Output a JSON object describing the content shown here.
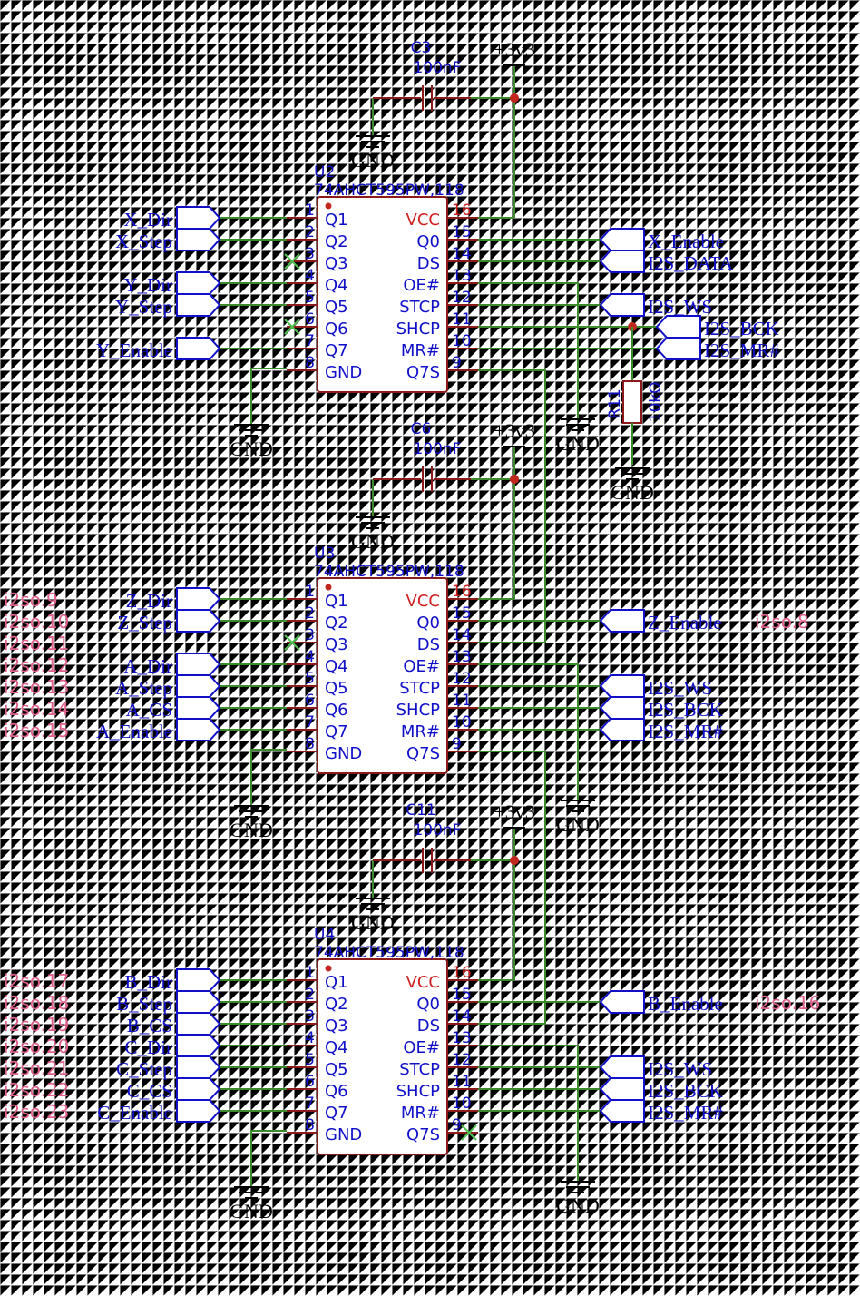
{
  "power": {
    "vcc_label": "+3v3",
    "gnd_label": "GND"
  },
  "chips": [
    {
      "ref": "U2",
      "part": "74AHCT595PW,118",
      "cap": {
        "ref": "C3",
        "value": "100nF"
      },
      "left_pins": [
        {
          "num": "1",
          "name": "Q1"
        },
        {
          "num": "2",
          "name": "Q2"
        },
        {
          "num": "3",
          "name": "Q3"
        },
        {
          "num": "4",
          "name": "Q4"
        },
        {
          "num": "5",
          "name": "Q5"
        },
        {
          "num": "6",
          "name": "Q6"
        },
        {
          "num": "7",
          "name": "Q7"
        },
        {
          "num": "8",
          "name": "GND"
        }
      ],
      "right_pins": [
        {
          "num": "16",
          "name": "VCC"
        },
        {
          "num": "15",
          "name": "Q0"
        },
        {
          "num": "14",
          "name": "DS"
        },
        {
          "num": "13",
          "name": "OE#"
        },
        {
          "num": "12",
          "name": "STCP"
        },
        {
          "num": "11",
          "name": "SHCP"
        },
        {
          "num": "10",
          "name": "MR#"
        },
        {
          "num": "9",
          "name": "Q7S"
        }
      ],
      "left_nets": [
        "X_Dir",
        "X_Step",
        "",
        "Y_Dir",
        "Y_Step",
        "",
        "Y_Enable",
        ""
      ],
      "right_nets": [
        "",
        "X_Enable",
        "I2S_DATA",
        "",
        "I2S_WS",
        "I2S_BCK",
        "I2S_MR#",
        ""
      ],
      "left_anno": [],
      "right_anno": ""
    },
    {
      "ref": "U3",
      "part": "74AHCT595PW,118",
      "cap": {
        "ref": "C6",
        "value": "100nF"
      },
      "left_pins": [
        {
          "num": "1",
          "name": "Q1"
        },
        {
          "num": "2",
          "name": "Q2"
        },
        {
          "num": "3",
          "name": "Q3"
        },
        {
          "num": "4",
          "name": "Q4"
        },
        {
          "num": "5",
          "name": "Q5"
        },
        {
          "num": "6",
          "name": "Q6"
        },
        {
          "num": "7",
          "name": "Q7"
        },
        {
          "num": "8",
          "name": "GND"
        }
      ],
      "right_pins": [
        {
          "num": "16",
          "name": "VCC"
        },
        {
          "num": "15",
          "name": "Q0"
        },
        {
          "num": "14",
          "name": "DS"
        },
        {
          "num": "13",
          "name": "OE#"
        },
        {
          "num": "12",
          "name": "STCP"
        },
        {
          "num": "11",
          "name": "SHCP"
        },
        {
          "num": "10",
          "name": "MR#"
        },
        {
          "num": "9",
          "name": "Q7S"
        }
      ],
      "left_nets": [
        "Z_Dir",
        "Z_Step",
        "",
        "A_Dir",
        "A_Step",
        "A_CS",
        "A_Enable",
        ""
      ],
      "right_nets": [
        "",
        "Z_Enable",
        "",
        "",
        "I2S_WS",
        "I2S_BCK",
        "I2S_MR#",
        ""
      ],
      "left_anno": [
        "i2so.9",
        "i2so.10",
        "i2so.11",
        "i2so.12",
        "i2so.13",
        "i2so.14",
        "i2so.15"
      ],
      "right_anno": "i2so.8"
    },
    {
      "ref": "U4",
      "part": "74AHCT595PW,118",
      "cap": {
        "ref": "C11",
        "value": "100nF"
      },
      "left_pins": [
        {
          "num": "1",
          "name": "Q1"
        },
        {
          "num": "2",
          "name": "Q2"
        },
        {
          "num": "3",
          "name": "Q3"
        },
        {
          "num": "4",
          "name": "Q4"
        },
        {
          "num": "5",
          "name": "Q5"
        },
        {
          "num": "6",
          "name": "Q6"
        },
        {
          "num": "7",
          "name": "Q7"
        },
        {
          "num": "8",
          "name": "GND"
        }
      ],
      "right_pins": [
        {
          "num": "16",
          "name": "VCC"
        },
        {
          "num": "15",
          "name": "Q0"
        },
        {
          "num": "14",
          "name": "DS"
        },
        {
          "num": "13",
          "name": "OE#"
        },
        {
          "num": "12",
          "name": "STCP"
        },
        {
          "num": "11",
          "name": "SHCP"
        },
        {
          "num": "10",
          "name": "MR#"
        },
        {
          "num": "9",
          "name": "Q7S"
        }
      ],
      "left_nets": [
        "B_Dir",
        "B_Step",
        "B_CS",
        "C_Dir",
        "C_Step",
        "C_CS",
        "C_Enable",
        ""
      ],
      "right_nets": [
        "",
        "B_Enable",
        "",
        "",
        "I2S_WS",
        "I2S_BCK",
        "I2S_MR#",
        ""
      ],
      "left_anno": [
        "i2so.17",
        "i2so.18",
        "i2so.19",
        "i2so.20",
        "i2so.21",
        "i2so.22",
        "i2so.23"
      ],
      "right_anno": "i2so.16"
    }
  ],
  "resistor": {
    "ref": "R11",
    "value": "10kΩ"
  }
}
